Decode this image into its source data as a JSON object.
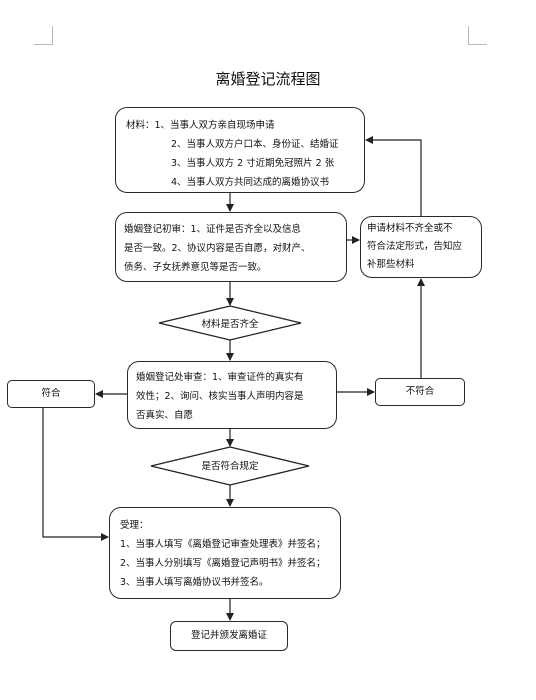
{
  "title": "离婚登记流程图",
  "materials": {
    "line1": "材料：1、当事人双方亲自现场申请",
    "line2": "2、当事人双方户口本、身份证、结婚证",
    "line3": "3、当事人双方 2 寸近期免冠照片 2 张",
    "line4": "4、当事人双方共同达成的离婚协议书"
  },
  "initial_review": {
    "line1": "婚姻登记初审：1、证件是否齐全以及信息",
    "line2": "是否一致。2、协议内容是否自愿，对财产、",
    "line3": "债务、子女抚养意见等是否一致。"
  },
  "incomplete_notice": {
    "line1": "申请材料不齐全或不",
    "line2": "符合法定形式，告知应",
    "line3": "补那些材料"
  },
  "decision_materials": "材料是否齐全",
  "office_review": {
    "line1": "婚姻登记处审查：1、审查证件的真实有",
    "line2": "效性；2、询问、核实当事人声明内容是",
    "line3": "否真实、自愿"
  },
  "conform": "符合",
  "nonconform": "不符合",
  "decision_rules": "是否符合规定",
  "acceptance": {
    "heading": "受理：",
    "line1": "1、当事人填写《离婚登记审查处理表》并签名；",
    "line2": "2、当事人分别填写《离婚登记声明书》并签名；",
    "line3": "3、当事人填写离婚协议书并签名。"
  },
  "issue_certificate": "登记并颁发离婚证"
}
